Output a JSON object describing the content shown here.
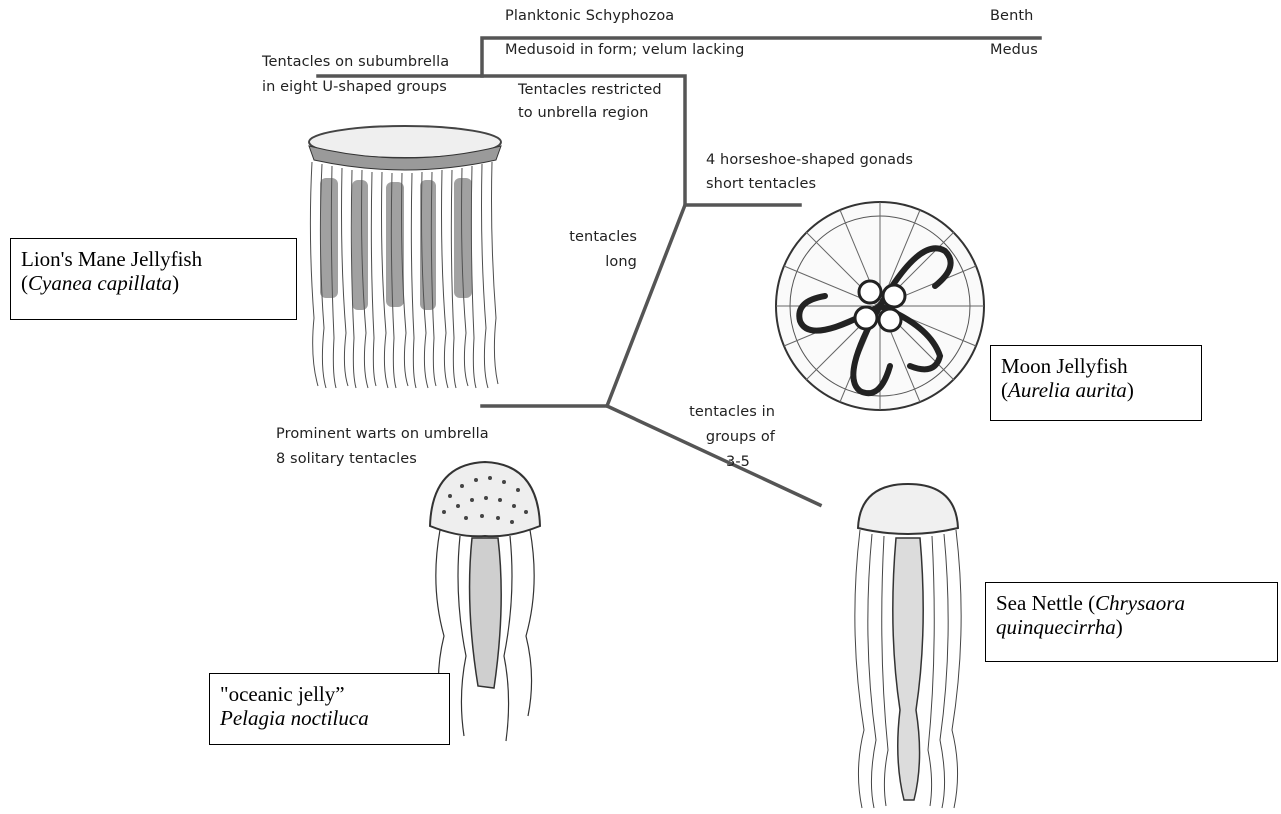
{
  "traits": {
    "planktonic": "Planktonic Schyphozoa",
    "medusoid": "Medusoid in form; velum lacking",
    "benthic_partial": "Benth",
    "medus_partial": "Medus",
    "subumbrella_l1": "Tentacles on subumbrella",
    "subumbrella_l2": "in eight U-shaped groups",
    "restricted_l1": "Tentacles restricted",
    "restricted_l2": "to unbrella region",
    "horseshoe_l1": "4 horseshoe-shaped gonads",
    "horseshoe_l2": "short tentacles",
    "long_l1": "tentacles",
    "long_l2": "long",
    "groups_l1": "tentacles in",
    "groups_l2": "groups of",
    "groups_l3": "3-5",
    "warts_l1": "Prominent warts on umbrella",
    "warts_l2": "8 solitary tentacles"
  },
  "species": {
    "lions_mane": {
      "common": "Lion's Mane Jellyfish",
      "open": "(",
      "sci": "Cyanea capillata",
      "close": ")"
    },
    "moon": {
      "common": "Moon Jellyfish",
      "open": "(",
      "sci": "Aurelia aurita",
      "close": ")"
    },
    "sea_nettle": {
      "common": "Sea Nettle  (",
      "sci": "Chrysaora quinquecirrha",
      "close": ")"
    },
    "oceanic": {
      "common": "\"oceanic jelly”",
      "sci": "Pelagia noctiluca"
    }
  },
  "colors": {
    "tree_line": "#555555",
    "ink": "#222222",
    "box_border": "#000000"
  }
}
